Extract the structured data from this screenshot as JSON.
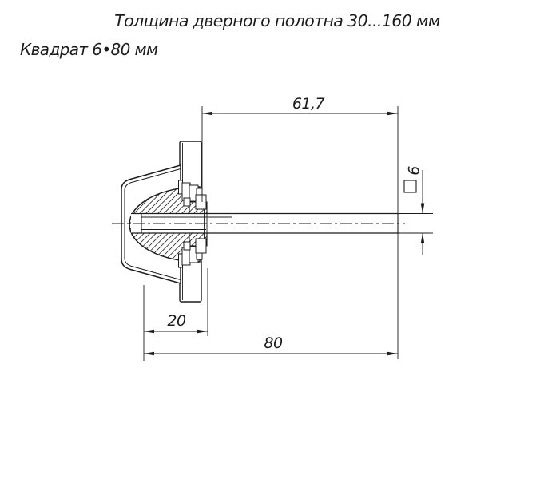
{
  "header": {
    "title": "Толщина дверного полотна 30...160 мм",
    "subtitle": "Квадрат 6•80 мм"
  },
  "drawing": {
    "type": "technical-drawing",
    "subject": "door-knob-spindle-cross-section",
    "dimensions": {
      "exposed_length": "61,7",
      "knob_depth": "20",
      "total_length": "80",
      "square_size": "6"
    },
    "icons": {
      "square_symbol": "square-section-symbol"
    },
    "colors": {
      "line": "#1c1c1c",
      "background": "#ffffff"
    }
  }
}
